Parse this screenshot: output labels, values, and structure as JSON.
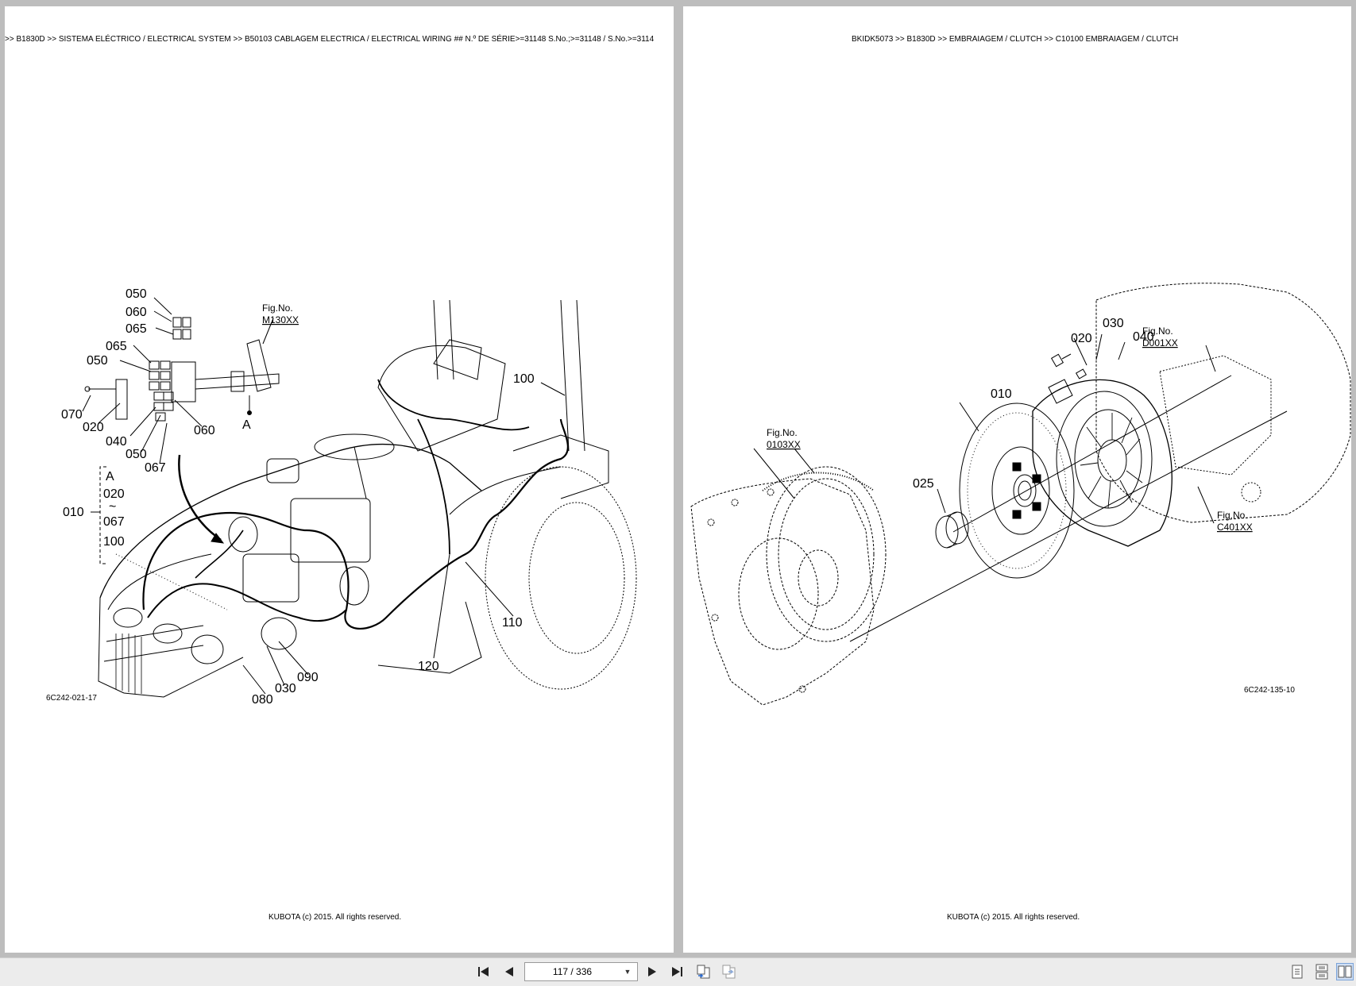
{
  "left_page": {
    "header": ">> B1830D >> SISTEMA ELÉCTRICO / ELECTRICAL SYSTEM >> B50103   CABLAGEM ELECTRICA / ELECTRICAL WIRING ## N.º DE SÉRIE>=31148 S.No.;>=31148 / S.No.>=3114",
    "footer": "KUBOTA (c) 2015. All rights reserved.",
    "diagram_code": "6C242-021-17",
    "fig_ref_label": "Fig.No.",
    "fig_ref_value": "M130XX",
    "inset_letter": "A",
    "callouts": {
      "c050a": "050",
      "c060a": "060",
      "c065a": "065",
      "c065b": "065",
      "c050b": "050",
      "c070": "070",
      "c020": "020",
      "c040": "040",
      "c050c": "050",
      "c067": "067",
      "c060b": "060",
      "c100": "100",
      "c110": "110",
      "c120": "120",
      "c090": "090",
      "c030": "030",
      "c080": "080",
      "c010": "010"
    },
    "group_box": {
      "a": "A",
      "r1": "020",
      "tilde": "~",
      "r2": "067",
      "r3": "100"
    }
  },
  "right_page": {
    "header": "BKIDK5073 >> B1830D >> EMBRAIAGEM / CLUTCH >> C10100   EMBRAIAGEM / CLUTCH",
    "footer": "KUBOTA (c) 2015. All rights reserved.",
    "diagram_code": "6C242-135-10",
    "fig_refs": [
      {
        "label": "Fig.No.",
        "value": "D001XX"
      },
      {
        "label": "Fig.No.",
        "value": "0103XX"
      },
      {
        "label": "Fig.No.",
        "value": "C401XX"
      }
    ],
    "callouts": {
      "c010": "010",
      "c020": "020",
      "c025": "025",
      "c030": "030",
      "c040": "040"
    }
  },
  "toolbar": {
    "page_indicator": "117 / 336",
    "buttons": [
      "first-page-icon",
      "prev-page-icon",
      "next-page-icon",
      "last-page-icon",
      "go-back-icon",
      "go-forward-icon",
      "single-page-view-icon",
      "continuous-view-icon",
      "two-page-view-icon"
    ]
  }
}
